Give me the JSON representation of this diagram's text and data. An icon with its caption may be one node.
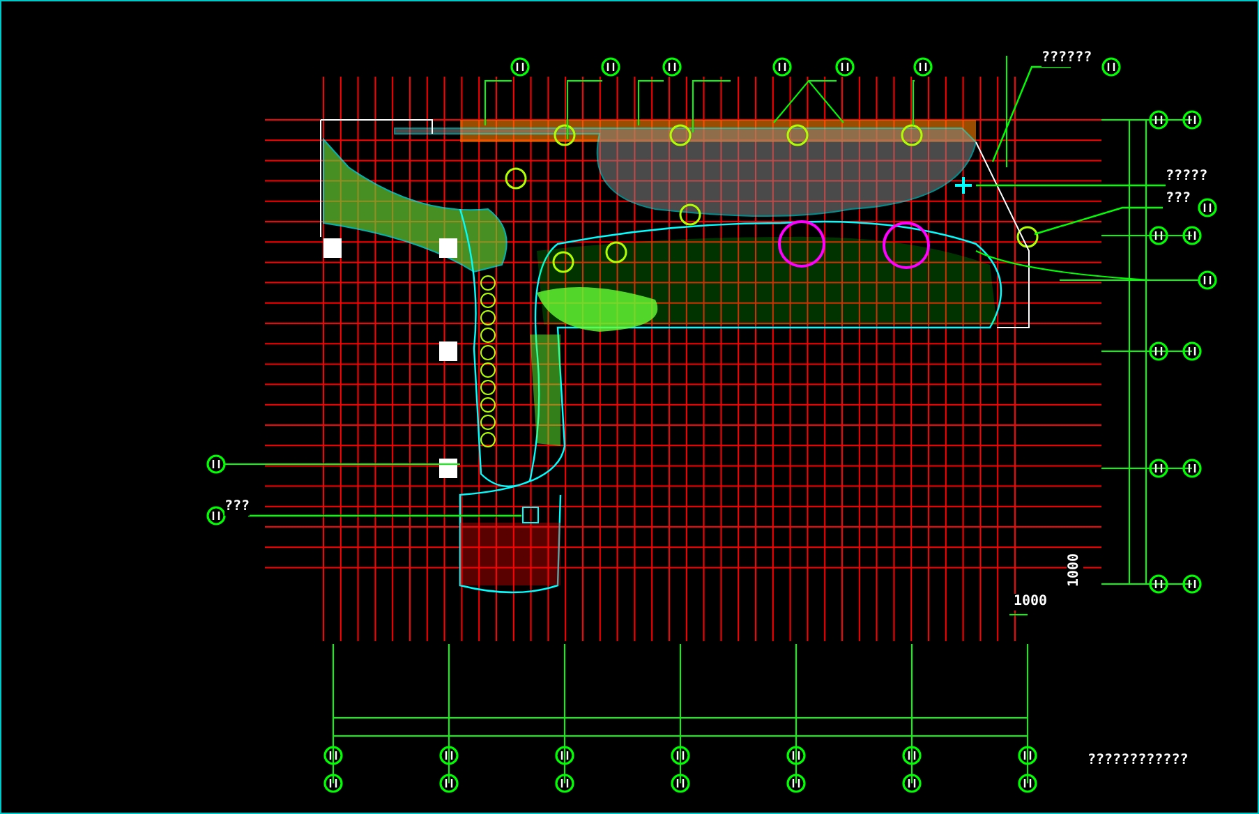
{
  "diagram": {
    "nodes": [
      {
        "text": [
          "??????"
        ]
      },
      {
        "text": [
          "?????"
        ]
      },
      {
        "text": [
          "???"
        ]
      },
      {
        "text": [
          "???"
        ]
      }
    ],
    "edges": [
      {
        "from": 0,
        "to": null,
        "arrow": "none"
      },
      {
        "from": 1,
        "to": null,
        "arrow": "none"
      },
      {
        "from": 2,
        "to": null,
        "arrow": "none"
      },
      {
        "from": 3,
        "to": null,
        "arrow": "none"
      }
    ],
    "labels": [
      "1000",
      "1000",
      "????????????"
    ]
  }
}
